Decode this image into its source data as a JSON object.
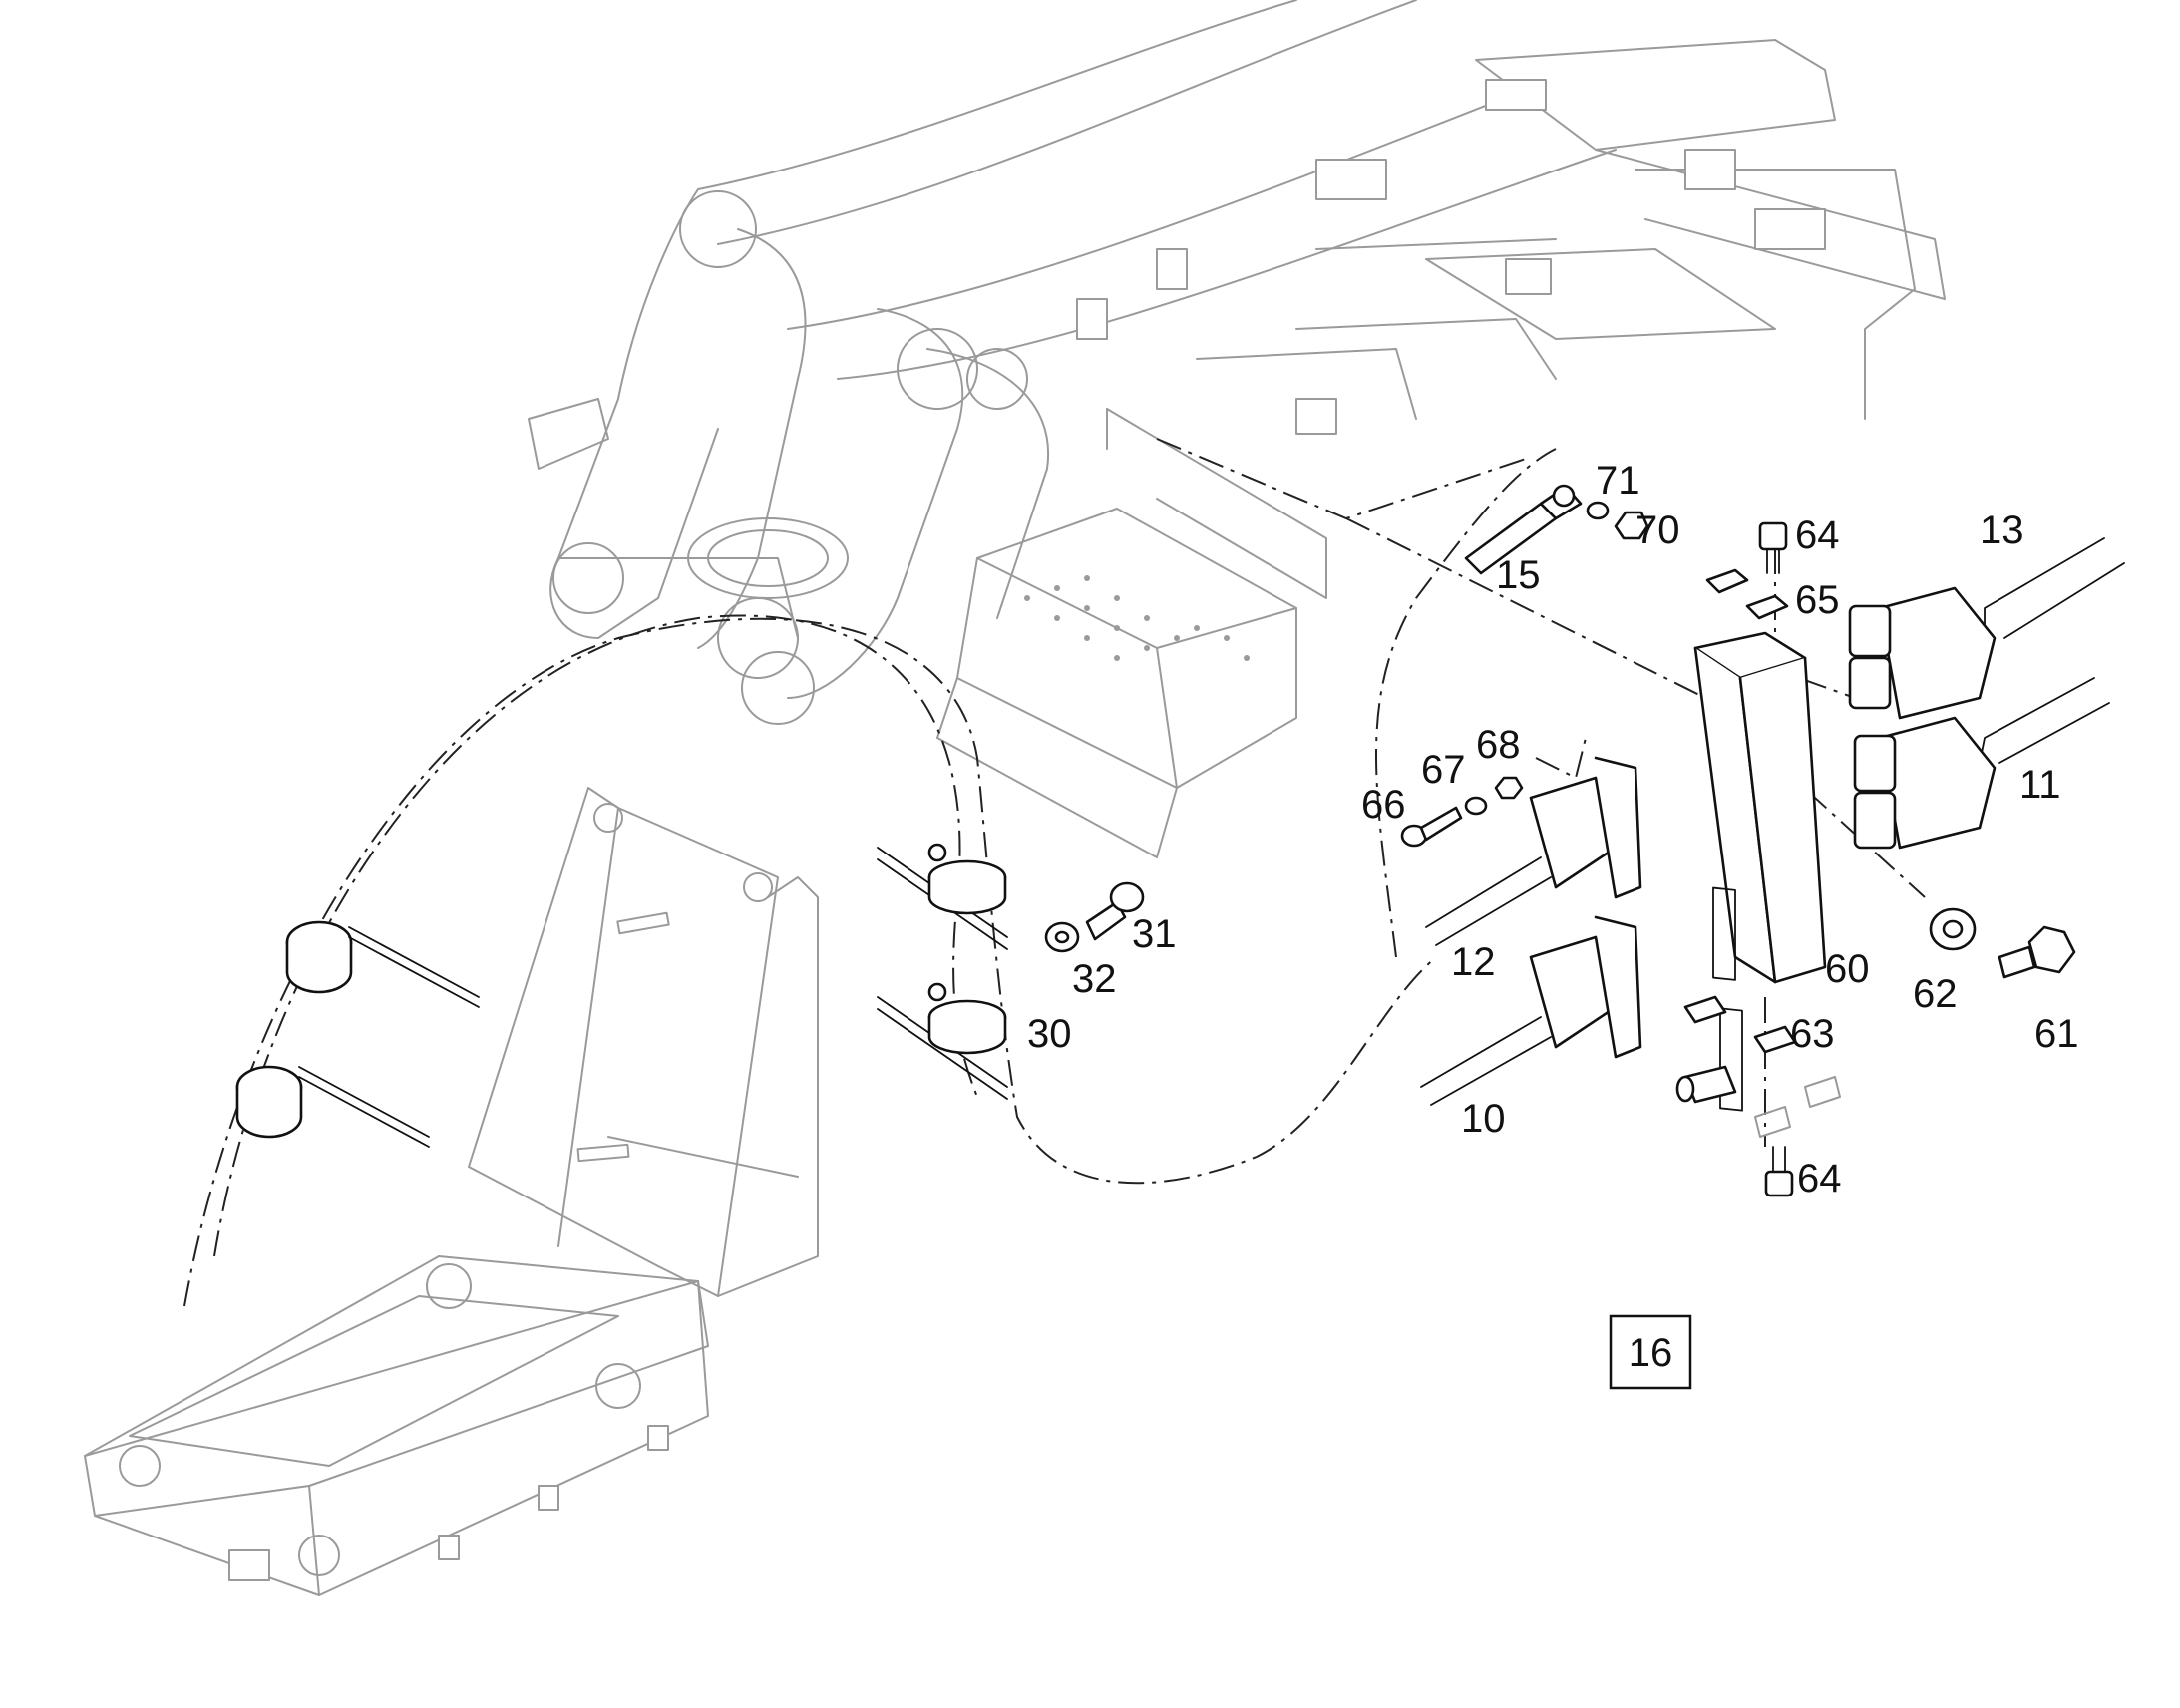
{
  "callouts": {
    "c71": "71",
    "c70": "70",
    "c15": "15",
    "c64_top": "64",
    "c65": "65",
    "c13": "13",
    "c11": "11",
    "c68": "68",
    "c67": "67",
    "c66": "66",
    "c12": "12",
    "c60": "60",
    "c10": "10",
    "c63": "63",
    "c64_bottom": "64",
    "c62": "62",
    "c61": "61",
    "c31": "31",
    "c32": "32",
    "c30": "30"
  },
  "page_box_label": "16",
  "colors": {
    "ghost_line": "#9a9a9a",
    "part_line": "#111111",
    "background": "#ffffff"
  }
}
